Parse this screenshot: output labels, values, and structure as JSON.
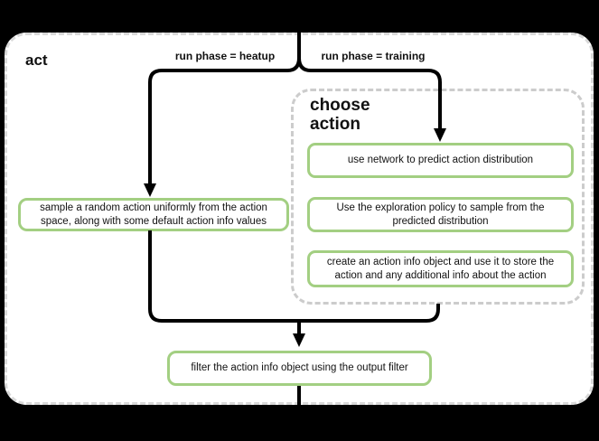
{
  "colors": {
    "canvas_bg": "#000000",
    "panel_bg": "#ffffff",
    "panel_border": "#d9d9d9",
    "group_border": "#cccccc",
    "node_border": "#a3cf82",
    "node_bg": "#ffffff",
    "connector": "#000000",
    "text": "#111111"
  },
  "flowchart": {
    "title": "act",
    "branches": {
      "heatup_label": "run phase = heatup",
      "training_label": "run phase = training"
    },
    "heatup_node": "sample a random action uniformly from the action space, along with some default action info values",
    "group": {
      "title": "choose action",
      "steps": [
        "use network to predict action distribution",
        "Use the exploration policy to sample from the predicted distribution",
        "create an action info object and use it to store the action and any additional info about the action"
      ]
    },
    "merge_node": "filter the action info object using the output filter"
  }
}
